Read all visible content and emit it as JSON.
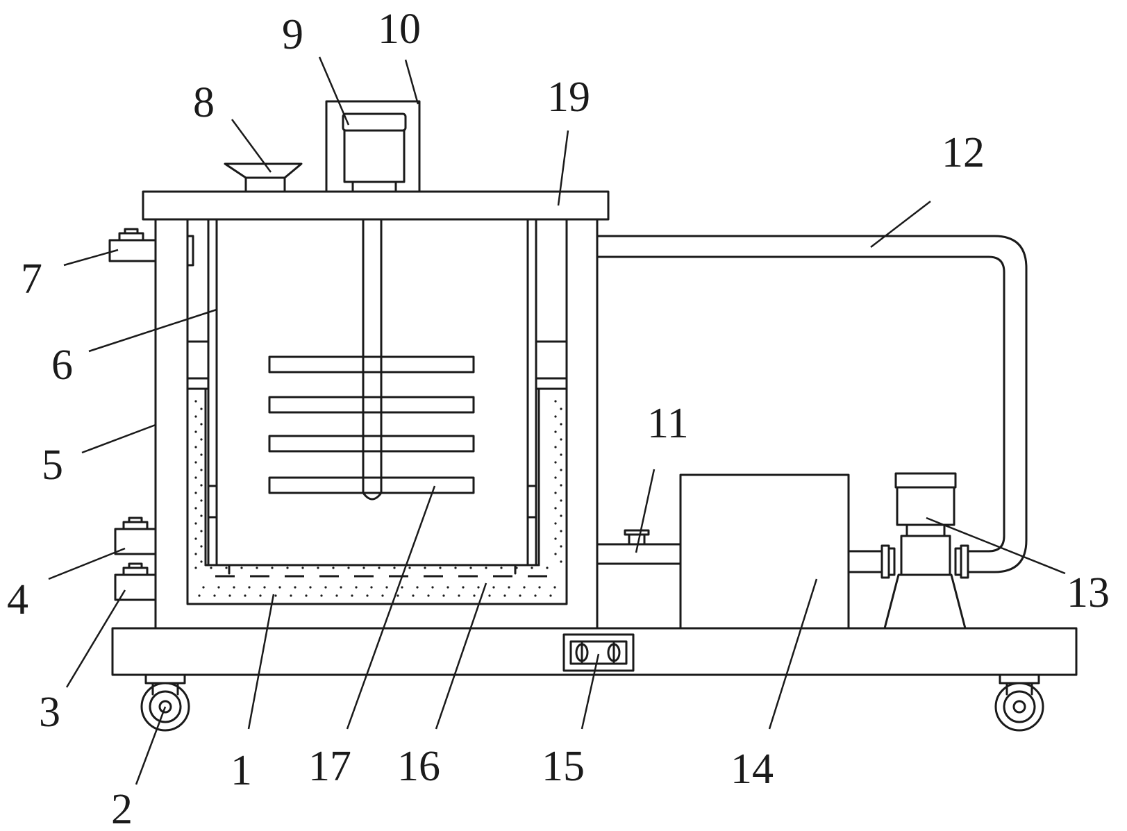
{
  "figure": {
    "labels": [
      {
        "id": "1",
        "text": "1"
      },
      {
        "id": "2",
        "text": "2"
      },
      {
        "id": "3",
        "text": "3"
      },
      {
        "id": "4",
        "text": "4"
      },
      {
        "id": "5",
        "text": "5"
      },
      {
        "id": "6",
        "text": "6"
      },
      {
        "id": "7",
        "text": "7"
      },
      {
        "id": "8",
        "text": "8"
      },
      {
        "id": "9",
        "text": "9"
      },
      {
        "id": "10",
        "text": "10"
      },
      {
        "id": "11",
        "text": "11"
      },
      {
        "id": "12",
        "text": "12"
      },
      {
        "id": "13",
        "text": "13"
      },
      {
        "id": "14",
        "text": "14"
      },
      {
        "id": "15",
        "text": "15"
      },
      {
        "id": "16",
        "text": "16"
      },
      {
        "id": "17",
        "text": "17"
      },
      {
        "id": "19",
        "text": "19"
      }
    ]
  }
}
